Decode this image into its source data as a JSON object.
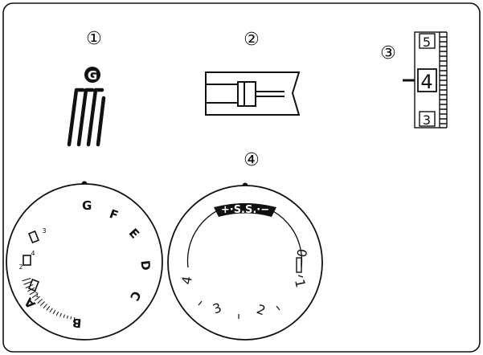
{
  "callouts": [
    "①",
    "②",
    "③",
    "④"
  ],
  "stitch_symbol": {
    "letter": "G"
  },
  "stitch_length_scale": {
    "values": [
      "5",
      "4",
      "3"
    ],
    "selected": "4"
  },
  "pattern_dial": {
    "letters": [
      "G",
      "F",
      "E",
      "D",
      "C",
      "B",
      "A"
    ],
    "icon_labels": [
      "3",
      "4",
      "2",
      "1"
    ]
  },
  "stitch_length_dial": {
    "badge": "+·S.S.·−",
    "numbers": [
      "0",
      "1",
      "2",
      "3",
      "4"
    ]
  },
  "colors": {
    "line": "#111111",
    "background": "#ffffff"
  },
  "icons": [
    "zigzag-stitch-icon",
    "sewing-foot-icon",
    "buttonhole-step-icon",
    "stretch-stitch-icon",
    "pattern-icon"
  ]
}
